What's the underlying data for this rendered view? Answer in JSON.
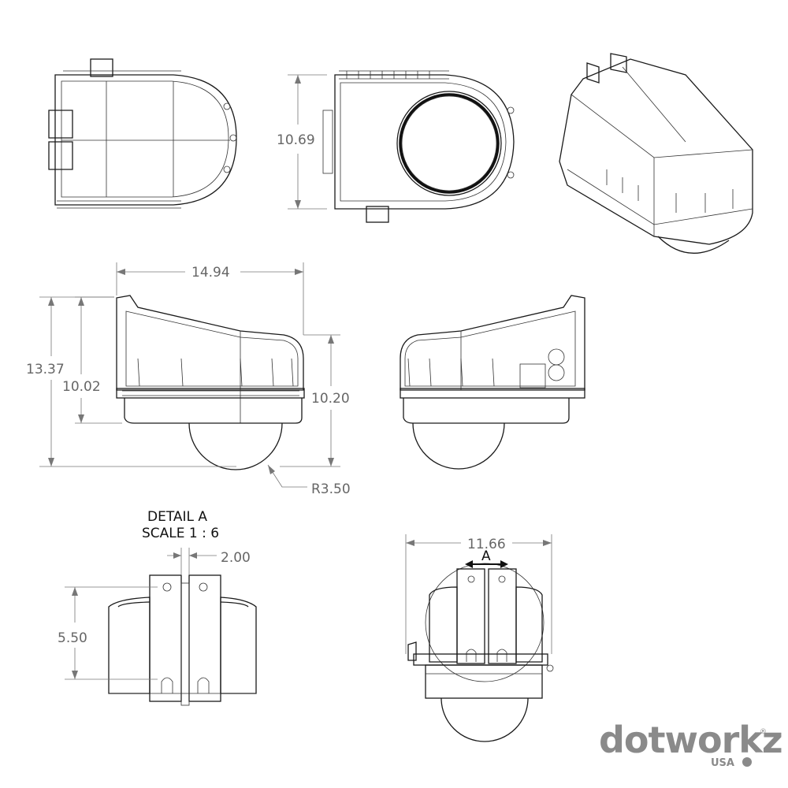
{
  "dimensions": {
    "top_view_height": "10.69",
    "overall_length": "14.94",
    "overall_height": "13.37",
    "enclosure_height": "10.02",
    "dome_to_top_height": "10.20",
    "dome_radius": "R3.50",
    "detail_width": "2.00",
    "detail_height": "5.50",
    "front_width": "11.66"
  },
  "detail": {
    "title": "DETAIL A",
    "scale": "SCALE 1 : 6",
    "callout": "A"
  },
  "brand": {
    "name": "dotworkz",
    "sub": "USA",
    "color": "#8a8a8a"
  }
}
